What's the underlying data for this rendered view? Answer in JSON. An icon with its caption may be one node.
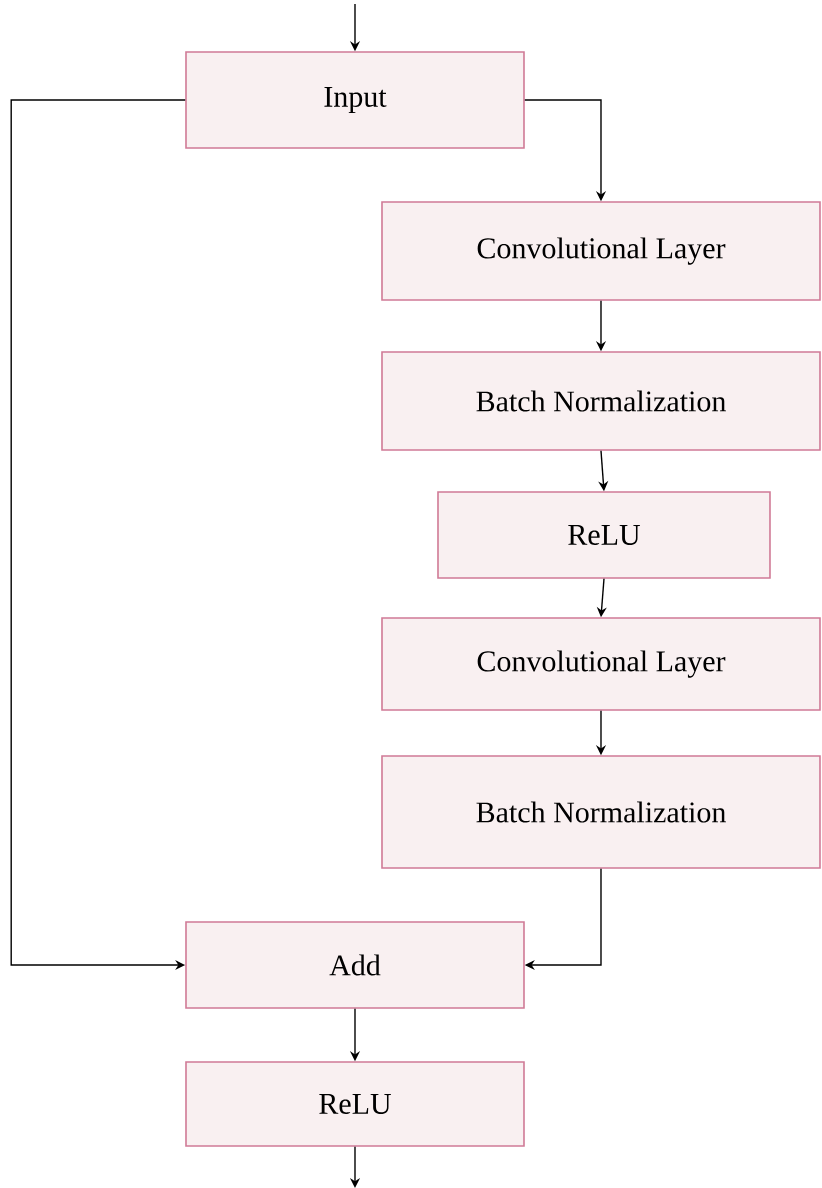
{
  "diagram": {
    "nodes": [
      {
        "text": [
          "Input"
        ]
      },
      {
        "text": [
          "Convolutional Layer"
        ]
      },
      {
        "text": [
          "Batch Normalization"
        ]
      },
      {
        "text": [
          "ReLU"
        ]
      },
      {
        "text": [
          "Convolutional Layer"
        ]
      },
      {
        "text": [
          "Batch Normalization"
        ]
      },
      {
        "text": [
          "Add"
        ]
      },
      {
        "text": [
          "ReLU"
        ]
      }
    ],
    "edges": [
      {
        "from": null,
        "to": 0,
        "arrow": "to"
      },
      {
        "from": 0,
        "to": 1,
        "arrow": "to"
      },
      {
        "from": 1,
        "to": 2,
        "arrow": "to"
      },
      {
        "from": 2,
        "to": 3,
        "arrow": "to"
      },
      {
        "from": 3,
        "to": 4,
        "arrow": "to"
      },
      {
        "from": 4,
        "to": 5,
        "arrow": "to"
      },
      {
        "from": 5,
        "to": 6,
        "arrow": "to"
      },
      {
        "from": 0,
        "to": 6,
        "arrow": "to"
      },
      {
        "from": 6,
        "to": 7,
        "arrow": "to"
      },
      {
        "from": 7,
        "to": null,
        "arrow": "to"
      }
    ]
  }
}
